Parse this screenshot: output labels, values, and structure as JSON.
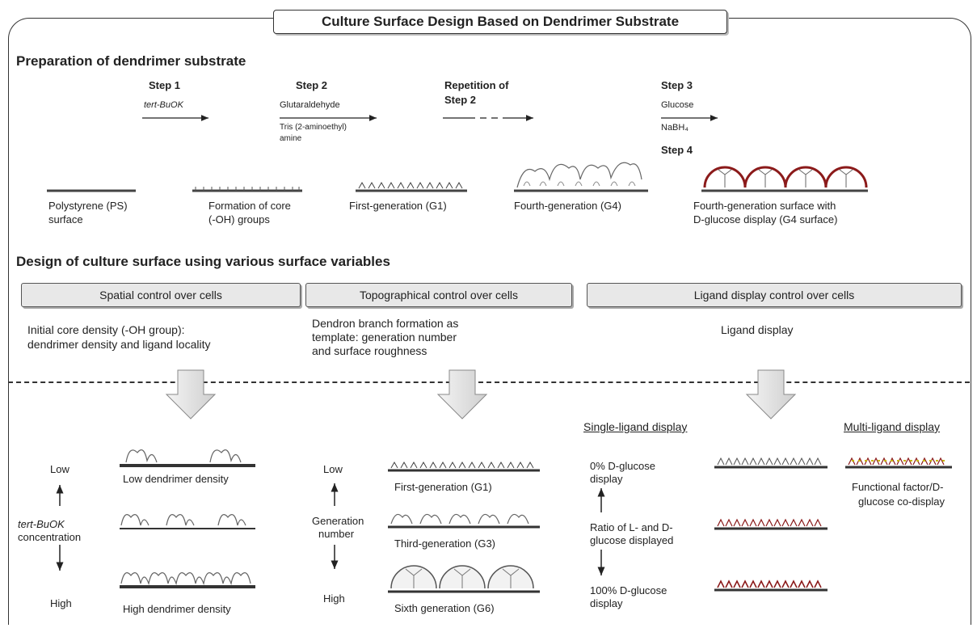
{
  "title": "Culture Surface Design Based on Dendrimer Substrate",
  "prep": {
    "heading": "Preparation of dendrimer substrate",
    "steps": {
      "s1": "Step 1",
      "s1_reagent": "tert-BuOK",
      "s2": "Step 2",
      "s2_reagent": "Glutaraldehyde",
      "s2_reagent2a": "Tris (2-aminoethyl)",
      "s2_reagent2b": "amine",
      "rep_a": "Repetition of",
      "rep_b": "Step 2",
      "s3": "Step 3",
      "s3_reagent": "Glucose",
      "s3_reagent2": "NaBH₄",
      "s4": "Step 4"
    },
    "surfaces": {
      "ps_a": "Polystyrene (PS)",
      "ps_b": "surface",
      "core_a": "Formation of core",
      "core_b": "(-OH) groups",
      "g1": "First-generation (G1)",
      "g4": "Fourth-generation (G4)",
      "g4d_a": "Fourth-generation surface with",
      "g4d_b": "D-glucose display (G4 surface)"
    }
  },
  "design": {
    "heading": "Design of culture surface using various surface variables",
    "col1": {
      "box": "Spatial control over cells",
      "desc_a": "Initial core density (-OH group):",
      "desc_b": "dendrimer density and ligand locality",
      "low": "Low",
      "high": "High",
      "axis_a": "tert-BuOK",
      "axis_b": "concentration",
      "low_label": "Low dendrimer density",
      "high_label": "High dendrimer density"
    },
    "col2": {
      "box": "Topographical control over cells",
      "desc_a": "Dendron branch formation as",
      "desc_b": "template: generation number",
      "desc_c": "and surface roughness",
      "low": "Low",
      "high": "High",
      "axis_a": "Generation",
      "axis_b": "number",
      "g1": "First-generation (G1)",
      "g3": "Third-generation (G3)",
      "g6": "Sixth generation (G6)"
    },
    "col3": {
      "box": "Ligand display control over cells",
      "desc": "Ligand display",
      "single": "Single-ligand display",
      "multi": "Multi-ligand display",
      "zero_a": "0% D-glucose",
      "zero_b": "display",
      "ratio_a": "Ratio of L- and D-",
      "ratio_b": "glucose displayed",
      "hundred_a": "100% D-glucose",
      "hundred_b": "display",
      "multi_a": "Functional factor/D-",
      "multi_b": "glucose co-display"
    }
  },
  "colors": {
    "dendrimer_red": "#8b1a1a",
    "ligand_yellow": "#c8b400",
    "box_fill": "#e8e8e8"
  }
}
